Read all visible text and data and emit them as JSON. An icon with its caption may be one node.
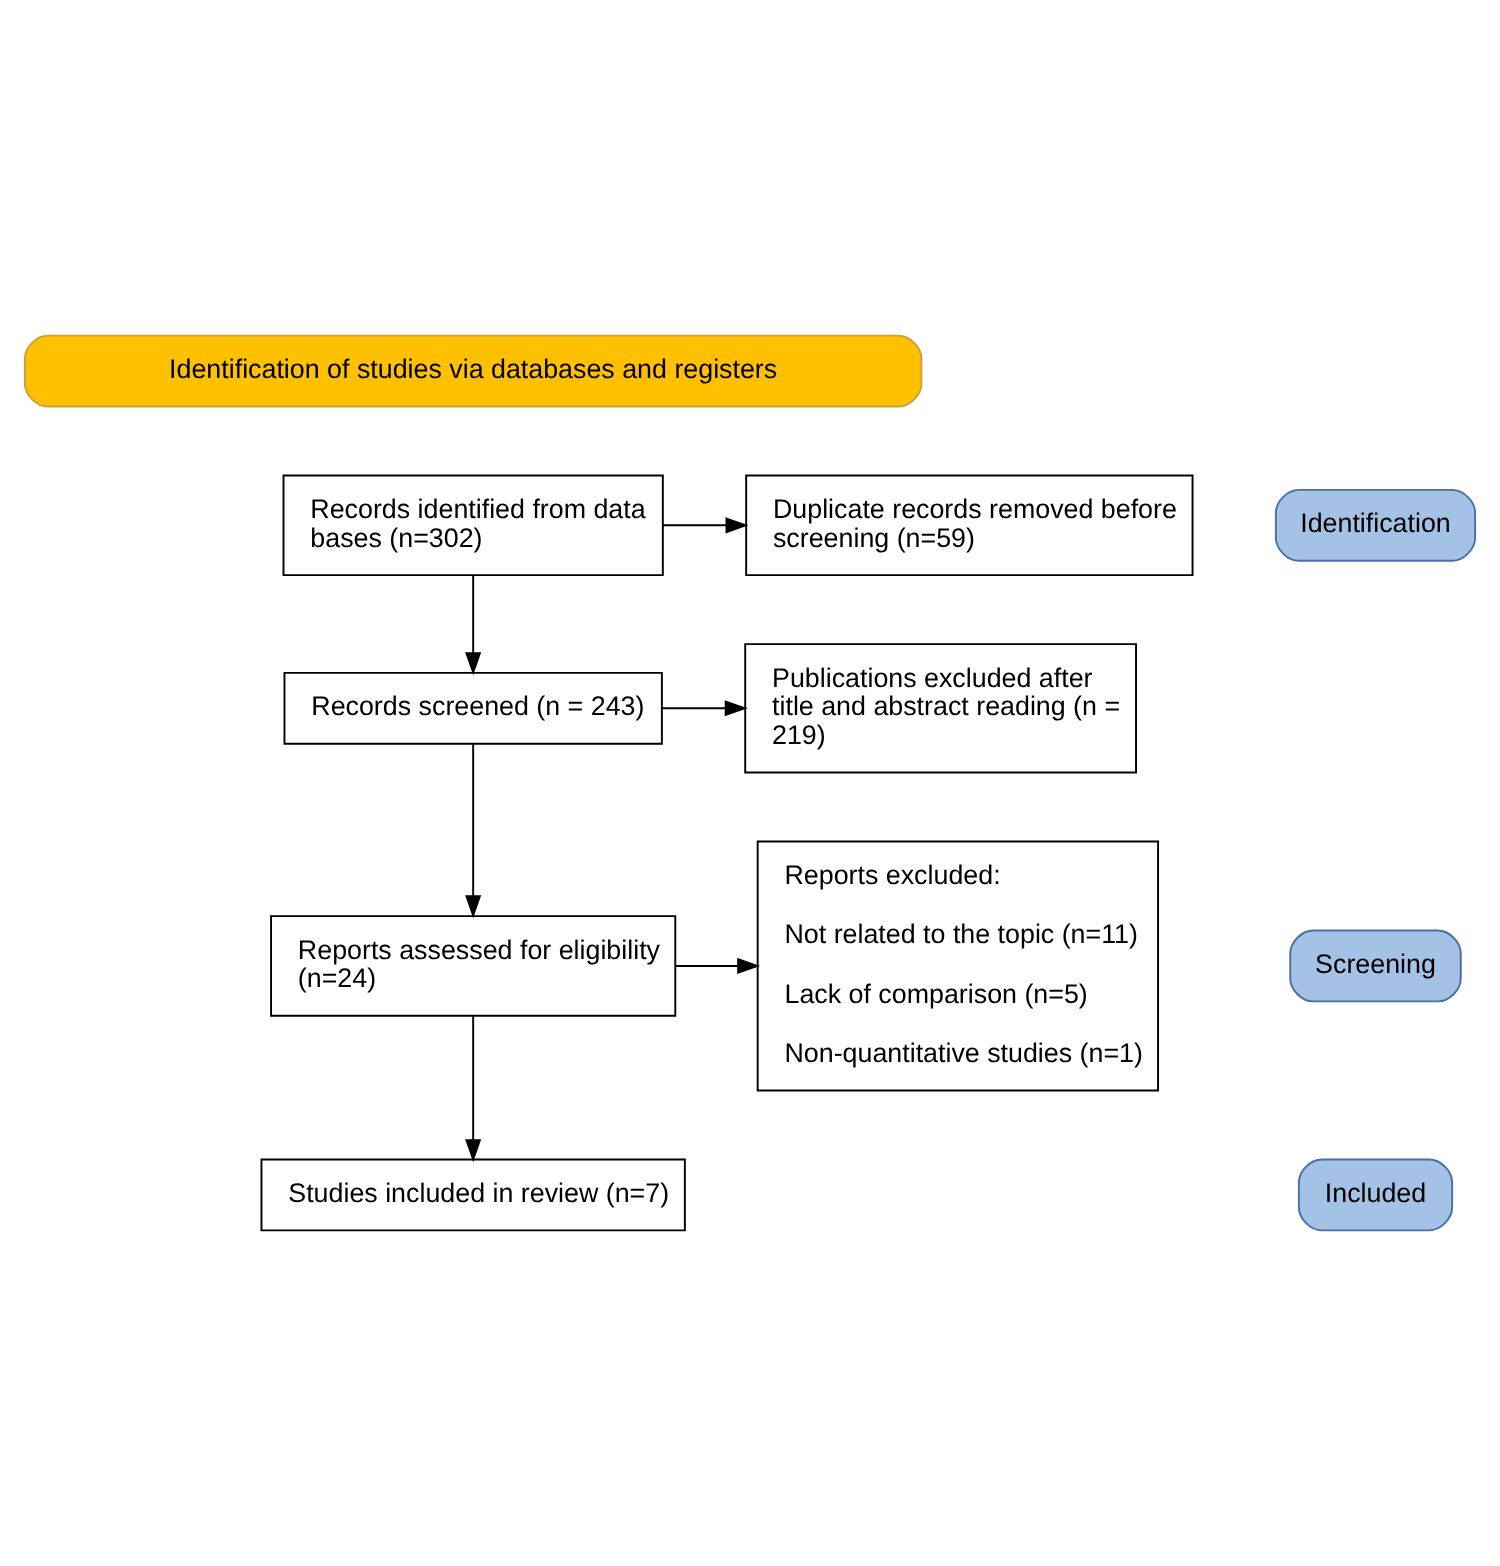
{
  "diagram": {
    "nodes": [
      {
        "text": [
          "Identification of studies via databases and registers"
        ]
      },
      {
        "text": [
          "Identification"
        ]
      },
      {
        "text": [
          "Screening"
        ]
      },
      {
        "text": [
          "Included"
        ]
      },
      {
        "text": [
          "Records identified from data bases (n=302)"
        ]
      },
      {
        "text": [
          "Duplicate records removed before screening (n=59)"
        ]
      },
      {
        "text": [
          "Records screened (n = 243)"
        ]
      },
      {
        "text": [
          "Publications excluded after title and abstract reading (n = 219)"
        ]
      },
      {
        "text": [
          "Reports assessed for eligibility (n=24)"
        ]
      },
      {
        "text": [
          "Reports excluded:",
          "Not related to the topic (n=11)",
          "Lack of comparison (n=5)",
          "Non-quantitative studies (n=1)"
        ]
      },
      {
        "text": [
          "Studies included in review (n=7)"
        ]
      }
    ],
    "edges": [
      {
        "from": 4,
        "to": 5,
        "arrow": "to"
      },
      {
        "from": 4,
        "to": 6,
        "arrow": "to"
      },
      {
        "from": 6,
        "to": 7,
        "arrow": "to"
      },
      {
        "from": 6,
        "to": 8,
        "arrow": "to"
      },
      {
        "from": 8,
        "to": 9,
        "arrow": "to"
      },
      {
        "from": 8,
        "to": 10,
        "arrow": "to"
      }
    ]
  }
}
